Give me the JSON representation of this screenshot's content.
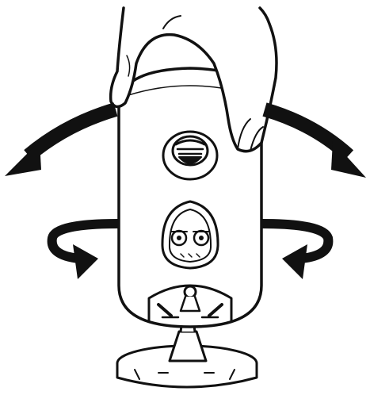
{
  "figure": {
    "subject": "microphone-on-stand",
    "ink_color": "#111111",
    "fill_color": "#ffffff",
    "arrows": [
      {
        "name": "tilt-arrow-left",
        "icon": "curved-arrow-icon"
      },
      {
        "name": "tilt-arrow-right",
        "icon": "curved-arrow-icon"
      },
      {
        "name": "rotate-arrow-left",
        "icon": "rotate-arrow-icon"
      },
      {
        "name": "rotate-arrow-right",
        "icon": "rotate-arrow-icon"
      }
    ],
    "parts": [
      "hand",
      "microphone-body",
      "upper-knob",
      "lower-connector-panel",
      "stand-mount",
      "base"
    ]
  }
}
